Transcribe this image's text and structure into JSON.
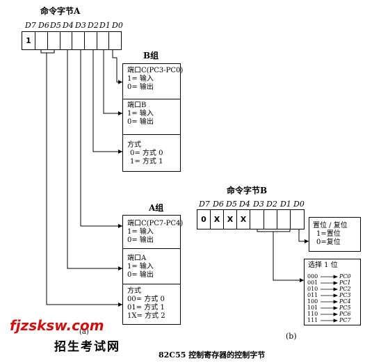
{
  "reg_a": {
    "title": "命令字节A",
    "bits": [
      "D7",
      "D6",
      "D5",
      "D4",
      "D3",
      "D2",
      "D1",
      "D0"
    ],
    "first_value": "1"
  },
  "group_b": {
    "title": "B组",
    "port_c_low": {
      "title": "端口C(PC3-PC0)",
      "line1": "1= 输入",
      "line2": "0= 输出"
    },
    "port_b": {
      "title": "端口B",
      "line1": "1= 输入",
      "line2": "0= 输出"
    },
    "mode": {
      "title": "方式",
      "line1": "0= 方式 0",
      "line2": "1= 方式 1"
    }
  },
  "group_a": {
    "title": "A组",
    "port_c_high": {
      "title": "端口C(PC7-PC4)",
      "line1": "1= 输入",
      "line2": "0= 输出"
    },
    "port_a": {
      "title": "端口A",
      "line1": "1= 输入",
      "line2": "0= 输出"
    },
    "mode": {
      "title": "方式",
      "line1": "00= 方式 0",
      "line2": "01= 方式 1",
      "line3": "1X= 方式 2"
    }
  },
  "label_a": "(a)",
  "reg_b": {
    "title": "命令字节B",
    "bits": [
      "D7",
      "D6",
      "D5",
      "D4",
      "D3",
      "D2",
      "D1",
      "D0"
    ],
    "values": [
      "0",
      "X",
      "X",
      "X"
    ]
  },
  "set_reset": {
    "title": "置位 / 复位",
    "line1": "1=置位",
    "line2": "0=复位"
  },
  "select_bit": {
    "title": "选择 1 位",
    "rows": [
      {
        "code": "000",
        "pin": "PC0"
      },
      {
        "code": "001",
        "pin": "PC1"
      },
      {
        "code": "010",
        "pin": "PC2"
      },
      {
        "code": "011",
        "pin": "PC3"
      },
      {
        "code": "100",
        "pin": "PC4"
      },
      {
        "code": "101",
        "pin": "PC5"
      },
      {
        "code": "110",
        "pin": "PC6"
      },
      {
        "code": "111",
        "pin": "PC7"
      }
    ]
  },
  "label_b": "(b)",
  "watermark_site": "fjzsksw.com",
  "watermark_name": "招生考试网",
  "caption": "82C55 控制寄存器的控制字节"
}
